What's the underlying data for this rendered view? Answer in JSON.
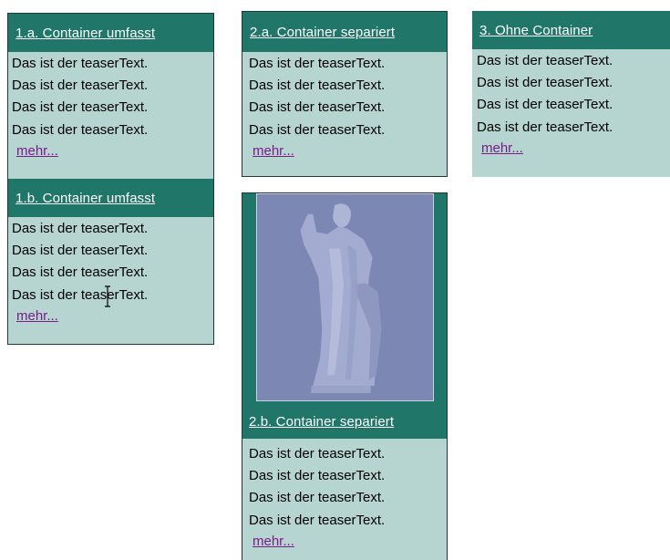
{
  "column1": {
    "teaser_a": {
      "headline": "1.a. Container umfasst",
      "lines": [
        "Das ist der teaserText.",
        "Das ist der teaserText.",
        "Das ist der teaserText.",
        "Das ist der teaserText."
      ],
      "more": "mehr..."
    },
    "teaser_b": {
      "headline": "1.b. Container umfasst",
      "lines": [
        "Das ist der teaserText.",
        "Das ist der teaserText.",
        "Das ist der teaserText.",
        "Das ist der teaserText."
      ],
      "more": "mehr..."
    }
  },
  "column2": {
    "teaser_a": {
      "headline": "2.a. Container separiert",
      "lines": [
        "Das ist der teaserText.",
        "Das ist der teaserText.",
        "Das ist der teaserText.",
        "Das ist der teaserText."
      ],
      "more": "mehr..."
    },
    "teaser_b": {
      "image": "statue-image",
      "headline": "2.b. Container separiert",
      "lines": [
        "Das ist der teaserText.",
        "Das ist der teaserText.",
        "Das ist der teaserText.",
        "Das ist der teaserText."
      ],
      "more": "mehr..."
    }
  },
  "column3": {
    "teaser": {
      "headline": "3. Ohne Container",
      "lines": [
        "Das ist der teaserText.",
        "Das ist der teaserText.",
        "Das ist der teaserText.",
        "Das ist der teaserText."
      ],
      "more": "mehr..."
    }
  },
  "colors": {
    "header_bg": "#21766a",
    "body_bg": "#b6d4d0",
    "link_visited": "#7b1c8a",
    "border": "#1f3b35"
  },
  "cursor": "text-cursor-icon"
}
